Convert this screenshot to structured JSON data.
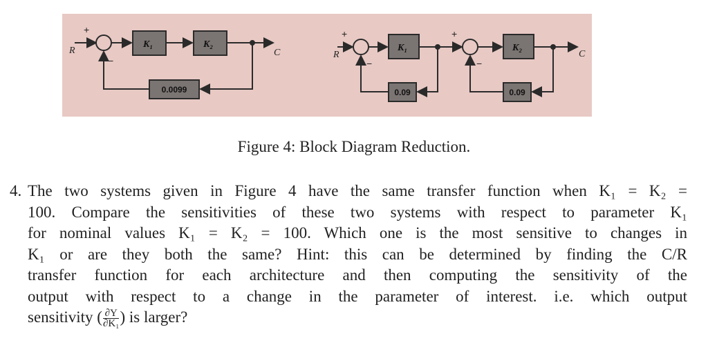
{
  "figure": {
    "diagram1": {
      "input": "R",
      "output": "C",
      "sum_plus": "+",
      "sum_minus": "−",
      "block1": "K₁",
      "block2": "K₂",
      "feedback": "0.0099"
    },
    "diagram2": {
      "input": "R",
      "output": "C",
      "sum_plus": "+",
      "sum_minus": "−",
      "block1": "K₁",
      "block2": "K₂",
      "feedback1": "0.09",
      "feedback2": "0.09"
    },
    "caption": "Figure 4: Block Diagram Reduction."
  },
  "question": {
    "number": "4.",
    "lines": [
      "The two systems given in Figure 4 have the same transfer function when K₁ = K₂ =",
      "100. Compare the sensitivities of these two systems with respect to parameter K₁",
      "for nominal values K₁ = K₂ = 100. Which one is the most sensitive to changes in",
      "K₁ or are they both the same? Hint: this can be determined by finding the C/R",
      "transfer function for each architecture and then computing the sensitivity of the",
      "output with respect to a change in the parameter of interest. i.e. which output"
    ],
    "last_prefix": "sensitivity (",
    "frac_num": "∂Y",
    "frac_den": "∂K₁",
    "last_suffix": ") is larger?"
  }
}
